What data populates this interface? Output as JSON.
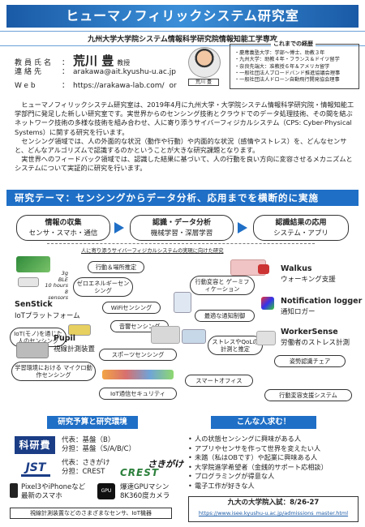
{
  "header": {
    "title": "ヒューマノフィリックシステム研究室",
    "subtitle": "九州大学大学院システム情報科学研究院情報知能工学専攻"
  },
  "profile": {
    "faculty_label": "教員氏名",
    "faculty_name": "荒川 豊",
    "faculty_title": "教授",
    "contact_label": "連絡先",
    "contact_value": "arakawa@ait.kyushu-u.ac.jp",
    "web_label": "Web",
    "web_value": "https://arakawa-lab.com/",
    "web_or": "or",
    "search_tag": "荒川 豊"
  },
  "career": {
    "title": "これまでの経歴",
    "items": [
      "・慶應義塾大学：学部～博士、助教３年",
      "・九州大学：助教４年・フランス＆ドイツ留学",
      "・奈良先端大：准教授６年＆アメリカ留学",
      "・一般社団法人ブロードバンド推進協議会理事",
      "・一般社団法人ドローン自動飛行開発協会理事"
    ]
  },
  "intro": {
    "p1": "ヒューマノフィリックシステム研究室は、2019年4月に九州大学・大学院システム情報科学研究院・情報知能工学部門に発足した新しい研究室です。実世界からのセンシング技術とクラウドでのデータ処理技術、その間を結ぶネットワーク技術の多様な技術を組み合わせ、人に寄り添うサイバーフィジカルシステム（CPS: Cyber-Physical Systems）に関する研究を行います。",
    "p2": "センシング領域では、人の外面的な状況（動作や行動）や内面的な状況（感情やストレス）を、どんなセンサと、どんなアルゴリズムで認識するのかということが大きな研究課題となります。",
    "p3": "実世界へのフィードバック領域では、認識した結果に基づいて、人の行動を良い方向に変容させるメカニズムとシステムについて実証的に研究を行います。"
  },
  "theme": {
    "title": "研究テーマ：センシングからデータ分析、応用までを横断的に実施",
    "flow": [
      {
        "title": "情報の収集",
        "sub": "センサ・スマホ・通信"
      },
      {
        "title": "認識・データ分析",
        "sub": "機械学習・深層学習"
      },
      {
        "title": "認識結果の応用",
        "sub": "システム・アプリ"
      }
    ],
    "cps_caption": "人に寄り添うサイバーフィジカルシステムの実現に向けた研究"
  },
  "projects": {
    "senstick_name": "SenStick",
    "senstick_sub": "IoTプラットフォーム",
    "senstick_specs": [
      "3g",
      "BLE",
      "10 hours",
      "8 sensors"
    ],
    "pupil_name": "Pupil",
    "pupil_sub": "視線計測装置",
    "walkus_name": "Walkus",
    "walkus_sub": "ウォーキング支援",
    "notif_name": "Notification logger",
    "notif_sub": "通知ロガー",
    "worker_name": "WorkerSense",
    "worker_sub": "労働者のストレス計測"
  },
  "topics": {
    "behavior": "行動＆場所推定",
    "zero_energy": "ゼロエネルギーセンシング",
    "wifi": "WiFiセンシング",
    "sound": "音響センシング",
    "iot_stress": "IoT(モノ)を通じた人のセンシング",
    "sports": "スポーツセンシング",
    "learning": "学習環境における マイクロ動作センシング",
    "iot_security": "IoT通信セキュリティ",
    "gamification": "行動変容と ゲーミフィケーション",
    "notify_ctrl": "最適な通知制御",
    "stress_qol": "ストレスやQoLの 計測と推定",
    "posture": "姿勢認識チェア",
    "smart_office": "スマートオフィス",
    "behavior_support": "行動変容支援システム"
  },
  "funding": {
    "title": "研究予算と研究環境",
    "kaken_logo": "科研費",
    "kaken_lines": [
      "代表：基盤（B）",
      "分担：基盤（S/A/B/C）"
    ],
    "jst_logo": "JST",
    "jst_lines": [
      "代表：さきがけ",
      "分担：CREST"
    ],
    "sakigake_logo": "さきがけ",
    "crest_logo": "CREST",
    "phones": "Pixel3やiPhoneなど最新のスマホ",
    "gpu": "爆速GPUマシン 8K360度カメラ",
    "gpu_icon_text": "GPU",
    "bottom": "視線計測装置などのさまざまなセンサ、IoT機器"
  },
  "wanted": {
    "title": "こんな人求む！",
    "items": [
      "人の状態センシングに興味がある人",
      "アプリやセンサを作って世界を変えたい人",
      "未踏（私はOBです）や起業に興味ある人",
      "大学院進学希望者（金銭的サポート応相談）",
      "プログラミングが得意な人",
      "電子工作が好きな人"
    ],
    "exam_title": "九大の大学院入試：8/26-27",
    "exam_url": "https://www.isee.kyushu-u.ac.jp/admissions_master.html"
  },
  "colors": {
    "brand_blue": "#1f6fc6",
    "arrow_blue": "#1f6fc6"
  }
}
